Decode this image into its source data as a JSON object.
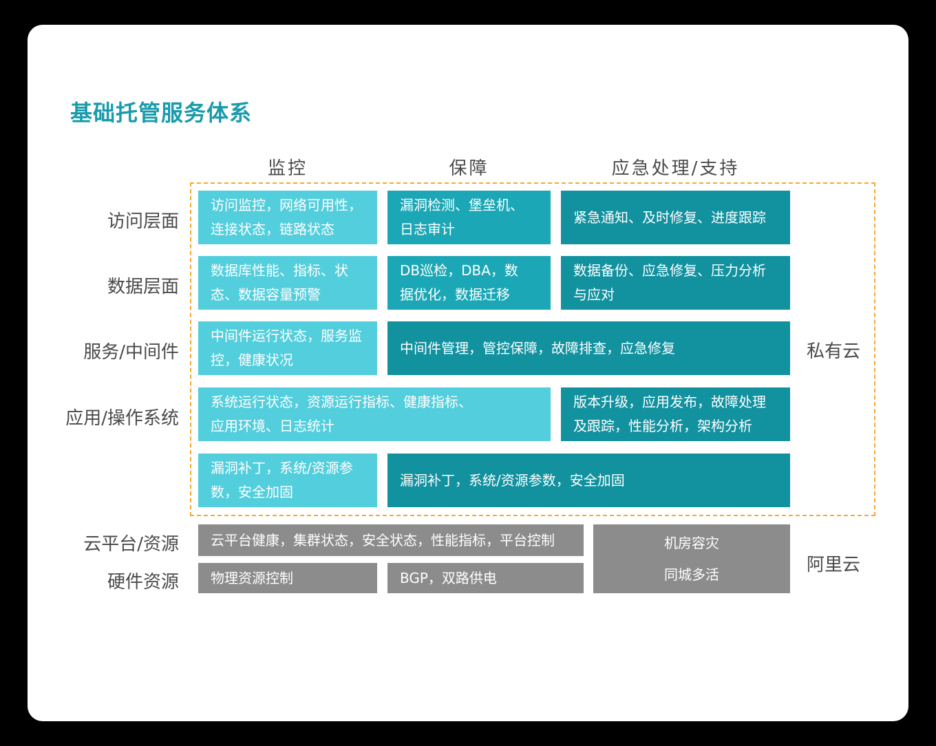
{
  "title": "基础托管服务体系",
  "columns": [
    {
      "label": "监控"
    },
    {
      "label": "保障"
    },
    {
      "label": "应急处理/支持"
    }
  ],
  "row_labels": [
    {
      "label": "访问层面"
    },
    {
      "label": "数据层面"
    },
    {
      "label": "服务/中间件"
    },
    {
      "label": "应用/操作系统"
    },
    {
      "label": "云平台/资源"
    },
    {
      "label": "硬件资源"
    }
  ],
  "group_labels": [
    {
      "label": "私有云"
    },
    {
      "label": "阿里云"
    }
  ],
  "cells": [
    {
      "text": "访问监控，网络可用性，\n连接状态，链路状态"
    },
    {
      "text": "漏洞检测、堡垒机、\n日志审计"
    },
    {
      "text": "紧急通知、及时修复、进度跟踪"
    },
    {
      "text": "数据库性能、指标、状\n态、数据容量预警"
    },
    {
      "text": "DB巡检，DBA，数\n据优化，数据迁移"
    },
    {
      "text": "数据备份、应急修复、压力分析\n与应对"
    },
    {
      "text": "中间件运行状态，服务监\n控，健康状况"
    },
    {
      "text": "中间件管理，管控保障，故障排查，应急修复"
    },
    {
      "text": "系统运行状态，资源运行指标、健康指标、\n应用环境、日志统计"
    },
    {
      "text": "版本升级，应用发布，故障处理\n及跟踪，性能分析，架构分析"
    },
    {
      "text": "漏洞补丁，系统/资源参\n数，安全加固"
    },
    {
      "text": "漏洞补丁，系统/资源参数，安全加固"
    },
    {
      "text": "云平台健康，集群状态，安全状态，性能指标，平台控制"
    },
    {
      "text": "物理资源控制"
    },
    {
      "text": "BGP，双路供电"
    },
    {
      "text": "机房容灾\n同城多活"
    }
  ],
  "colors": {
    "title": "#189BAB",
    "label_text": "#4A4A4A",
    "box_light": "#53CEDC",
    "box_medium": "#1BA7B5",
    "box_dark": "#12919F",
    "box_gray": "#8C8C8C",
    "boundary_dashed": "#F7A829",
    "box_text": "#FFFFFF",
    "card_background": "#FFFFFF",
    "page_background": "#000000"
  }
}
